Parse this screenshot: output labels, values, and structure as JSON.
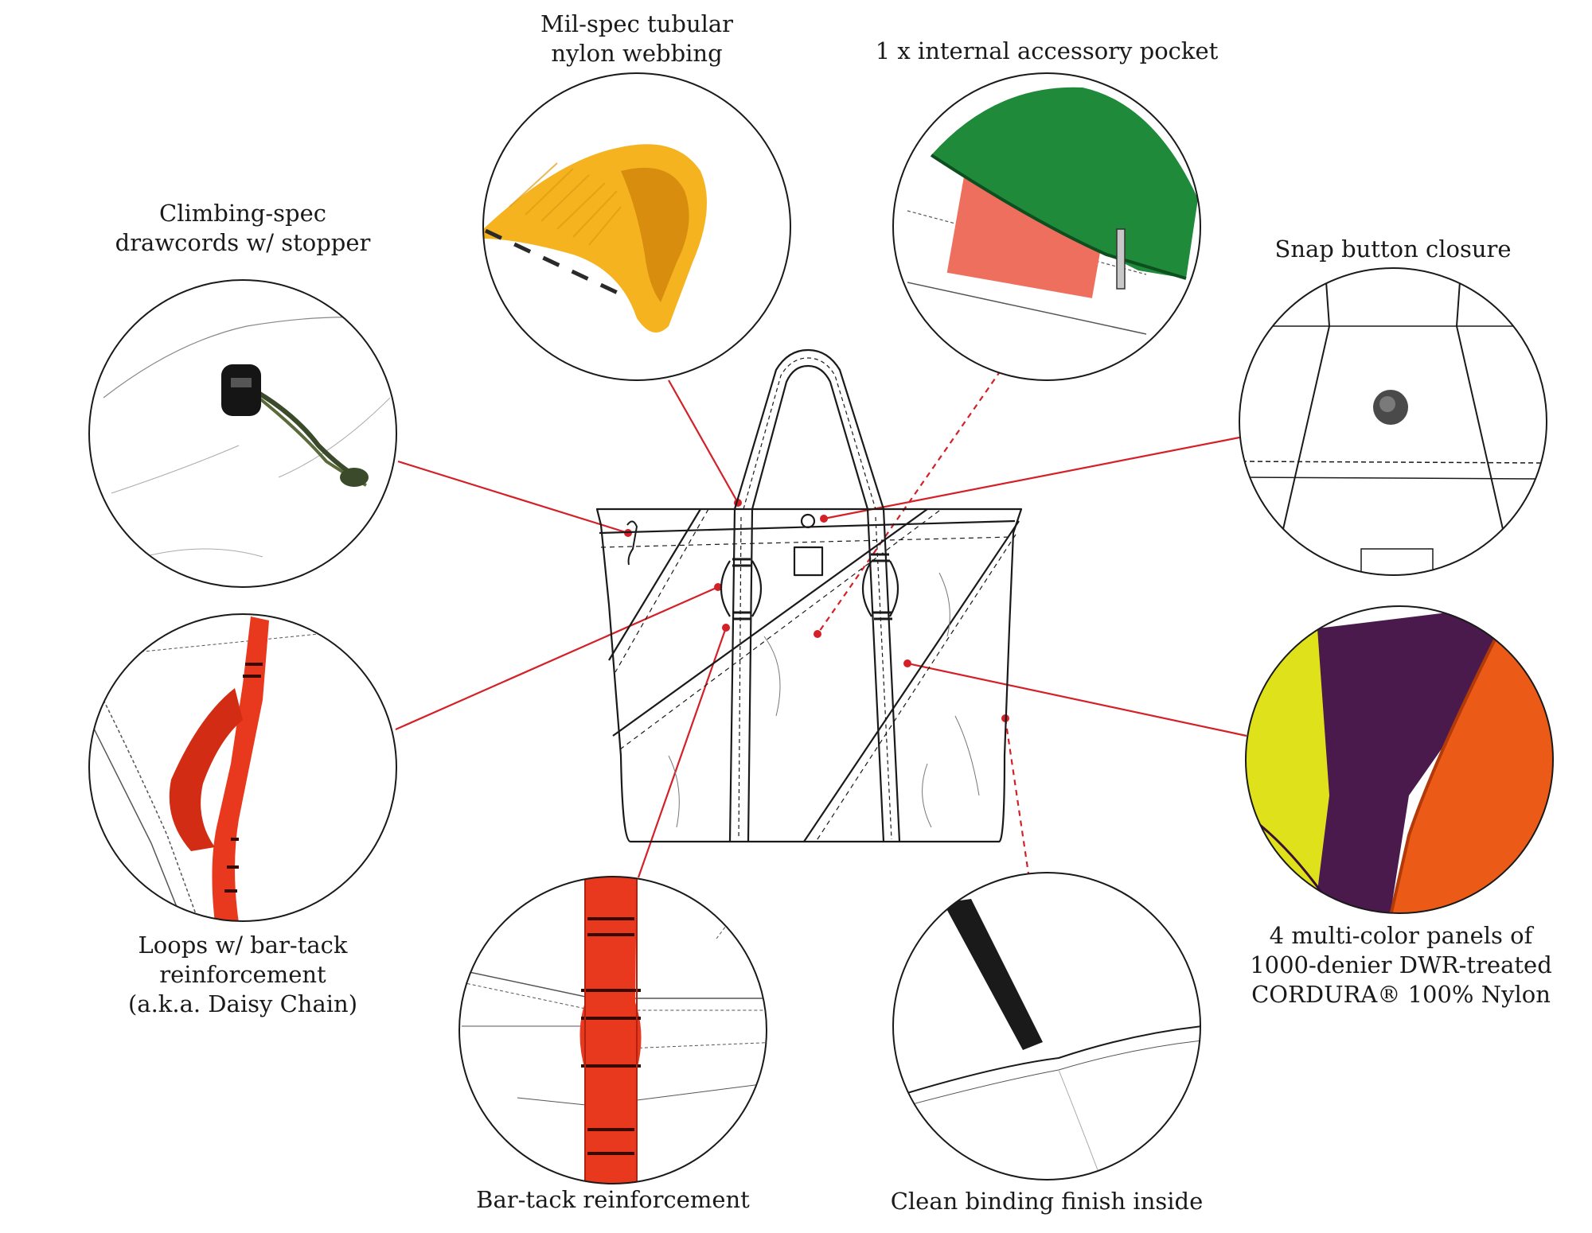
{
  "features": [
    {
      "id": "webbing",
      "lines": [
        "Mil-spec tubular",
        "nylon webbing"
      ]
    },
    {
      "id": "pocket",
      "lines": [
        "1 x internal accessory pocket"
      ]
    },
    {
      "id": "drawcords",
      "lines": [
        "Climbing-spec",
        "drawcords w/ stopper"
      ]
    },
    {
      "id": "snap",
      "lines": [
        "Snap button closure"
      ]
    },
    {
      "id": "loops",
      "lines": [
        "Loops w/ bar-tack",
        "reinforcement",
        "(a.k.a. Daisy Chain)"
      ]
    },
    {
      "id": "panels",
      "lines": [
        "4 multi-color panels of",
        "1000-denier DWR-treated",
        "CORDURA® 100% Nylon"
      ]
    },
    {
      "id": "bartack",
      "lines": [
        "Bar-tack reinforcement"
      ]
    },
    {
      "id": "binding",
      "lines": [
        "Clean binding finish inside"
      ]
    }
  ],
  "colors": {
    "callout_line": "#d42027",
    "outline": "#1a1a1a",
    "webbing_yellow": "#f5b320",
    "pocket_green": "#1f8a3a",
    "notebook_salmon": "#ef6f5f",
    "loop_red": "#e8391e",
    "panel_yellow": "#dfe21a",
    "panel_purple": "#4a1a4c",
    "panel_orange": "#ec5a17",
    "binding_black": "#1a1a1a",
    "snap_metal": "#4a4a4a"
  }
}
